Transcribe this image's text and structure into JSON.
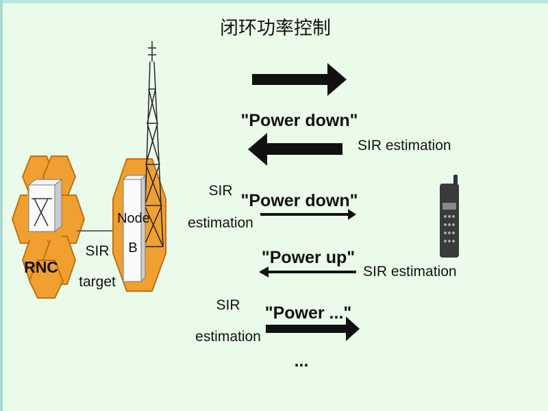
{
  "title": "闭环功率控制",
  "network": {
    "rnc_label": "RNC",
    "nodeb_label_line1": "Node",
    "nodeb_label_line2": "B",
    "link_label_line1": "SIR",
    "link_label_line2": "target"
  },
  "messages": {
    "power_down_1": "\"Power down\"",
    "sir_estimation_ue_1": "SIR estimation",
    "sir_nodeb_1_line1": "SIR",
    "sir_nodeb_1_line2": "estimation",
    "power_down_2": "\"Power down\"",
    "power_up": "\"Power up\"",
    "sir_estimation_ue_2": "SIR estimation",
    "sir_nodeb_2_line1": "SIR",
    "sir_nodeb_2_line2": "estimation",
    "power_more": "\"Power ...\"",
    "ellipsis": "..."
  },
  "colors": {
    "background": "#eafbea",
    "hexagon": "#f0a030",
    "hexagon_stroke": "#c07010",
    "arrow": "#111111"
  }
}
